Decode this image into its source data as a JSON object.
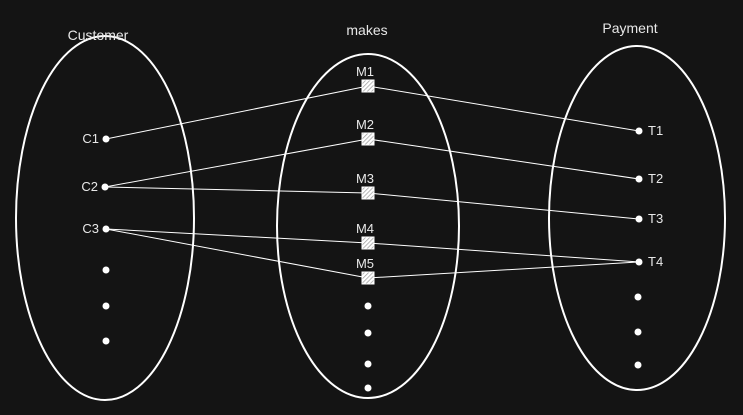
{
  "diagram": {
    "colors": {
      "background": "#141414",
      "stroke": "#ffffff",
      "text": "#e8e8e8",
      "hatch": "#9a9a9a"
    },
    "sets": [
      {
        "id": "customer",
        "title": "Customer"
      },
      {
        "id": "makes",
        "title": "makes"
      },
      {
        "id": "payment",
        "title": "Payment"
      }
    ],
    "customers": [
      "C1",
      "C2",
      "C3"
    ],
    "relationships": [
      "M1",
      "M2",
      "M3",
      "M4",
      "M5"
    ],
    "payments": [
      "T1",
      "T2",
      "T3",
      "T4"
    ],
    "links": [
      {
        "rel": "M1",
        "customer": "C1",
        "payment": "T1"
      },
      {
        "rel": "M2",
        "customer": "C2",
        "payment": "T2"
      },
      {
        "rel": "M3",
        "customer": "C2",
        "payment": "T3"
      },
      {
        "rel": "M4",
        "customer": "C3",
        "payment": "T4"
      },
      {
        "rel": "M5",
        "customer": "C3",
        "payment": "T4"
      }
    ],
    "more_indicator": "..."
  }
}
